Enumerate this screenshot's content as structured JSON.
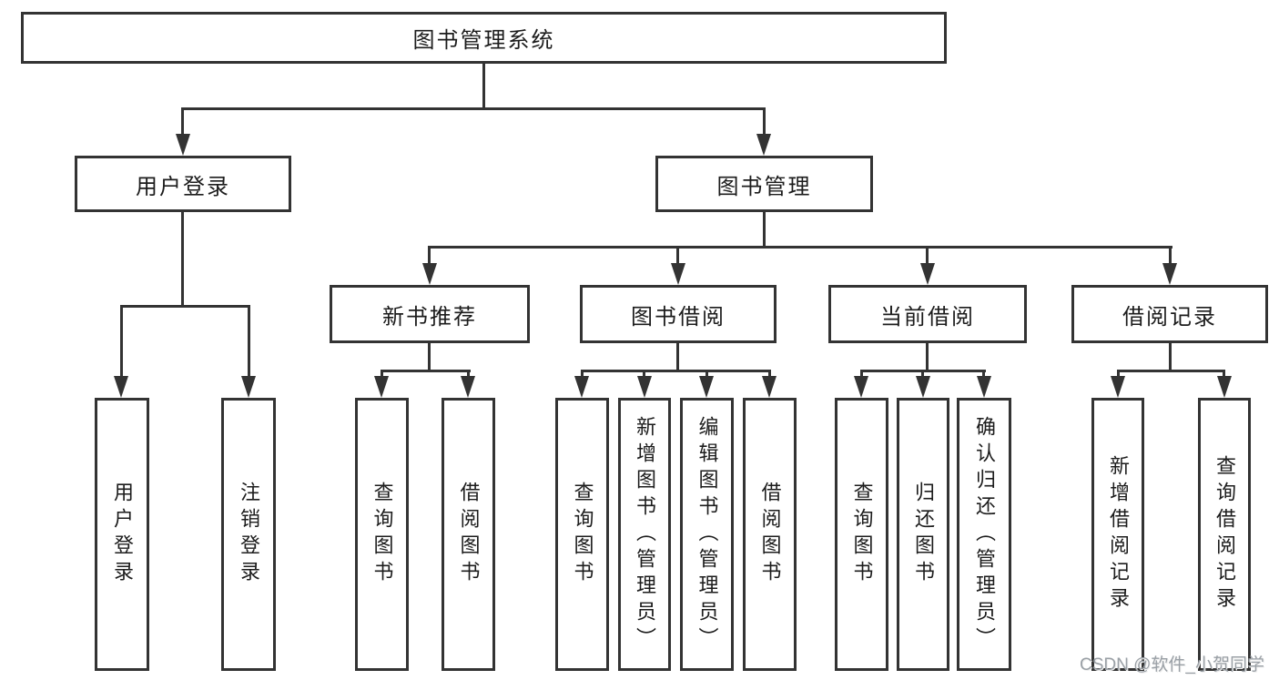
{
  "diagram": {
    "title": "图书管理系统",
    "root": {
      "label": "图书管理系统"
    },
    "level2": [
      {
        "label": "用户登录"
      },
      {
        "label": "图书管理"
      }
    ],
    "level3": [
      {
        "label": "新书推荐"
      },
      {
        "label": "图书借阅"
      },
      {
        "label": "当前借阅"
      },
      {
        "label": "借阅记录"
      }
    ],
    "leaves": {
      "user_login": [
        "用户登录",
        "注销登录"
      ],
      "new_books": [
        "查询图书",
        "借阅图书"
      ],
      "book_borrow": [
        "查询图书",
        "新增图书（管理员）",
        "编辑图书（管理员）",
        "借阅图书"
      ],
      "current_borrow": [
        "查询图书",
        "归还图书",
        "确认归还（管理员）"
      ],
      "borrow_records": [
        "新增借阅记录",
        "查询借阅记录"
      ]
    }
  },
  "watermark": {
    "text": "CSDN @软件_小贺同学"
  },
  "colors": {
    "line": "#333333",
    "text": "#1c1c1c",
    "background": "#ffffff",
    "watermark": "#9aa0a6"
  }
}
